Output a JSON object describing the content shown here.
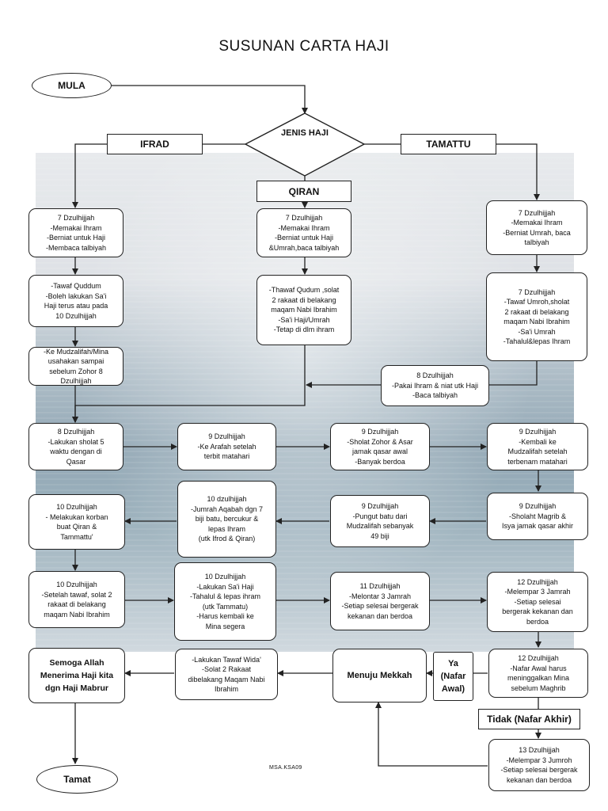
{
  "title": "SUSUNAN CARTA HAJI",
  "start": "MULA",
  "end": "Tamat",
  "decision": "JENIS HAJI",
  "types": {
    "ifrad": "IFRAD",
    "qiran": "QIRAN",
    "tamattu": "TAMATTU"
  },
  "ifrad": {
    "b1": [
      "7 Dzulhijjah",
      "-Memakai Ihram",
      "-Berniat untuk Haji",
      "-Membaca talbiyah"
    ],
    "b2": [
      "-Tawaf Quddum",
      "-Boleh lakukan Sa'i",
      "Haji terus atau pada",
      "10 Dzulhijjah"
    ],
    "b3": [
      "-Ke Mudzalifah/Mina",
      "usahakan sampai",
      "sebelum Zohor 8",
      "Dzulhijjah"
    ]
  },
  "qiran": {
    "b1": [
      "7 Dzulhijjah",
      "-Memakai Ihram",
      "-Berniat untuk Haji",
      "&Umrah,baca talbiyah"
    ],
    "b2": [
      "-Thawaf Qudum ,solat",
      "2 rakaat di belakang",
      "maqam Nabi Ibrahim",
      "-Sa'i Haji/Umrah",
      "-Tetap di dlm ihram"
    ]
  },
  "tamattu": {
    "b1": [
      "7 Dzulhijjah",
      "-Memakai Ihram",
      "-Berniat Umrah, baca",
      "talbiyah"
    ],
    "b2": [
      "7 Dzulhijjah",
      "-Tawaf Umroh,sholat",
      "2 rakaat di belakang",
      "maqam Nabi Ibrahim",
      "-Sa'i Umrah",
      "-Tahalul&lepas Ihram"
    ],
    "b3": [
      "8 Dzulhijjah",
      "-Pakai Ihram & niat utk Haji",
      "-Baca talbiyah"
    ]
  },
  "row1": {
    "a": [
      "8 Dzulhijjah",
      "-Lakukan sholat 5",
      "waktu dengan di",
      "Qasar"
    ],
    "b": [
      "9 Dzulhijjah",
      "-Ke Arafah setelah",
      "terbit matahari"
    ],
    "c": [
      "9 Dzulhijjah",
      "-Sholat Zohor & Asar",
      "jamak qasar awal",
      "-Banyak berdoa"
    ],
    "d": [
      "9 Dzulhijjah",
      "-Kembali ke",
      "Mudzalifah setelah",
      "terbenam matahari"
    ]
  },
  "row2": {
    "a": [
      "10 Dzulhijjah",
      "- Melakukan korban",
      "buat Qiran &",
      "Tammattu'"
    ],
    "b": [
      "10 dzulhijjah",
      "-Jumrah Aqabah dgn 7",
      "biji batu, bercukur &",
      "lepas Ihram",
      "(utk Ifrod & Qiran)"
    ],
    "c": [
      "9 Dzulhijjah",
      "-Pungut batu dari",
      "Mudzalifah sebanyak",
      "49 biji"
    ],
    "d": [
      "9 Dzulhijjah",
      "-Sholaht Magrib &",
      "Isya jamak qasar akhir"
    ]
  },
  "row3": {
    "a": [
      "10 Dzulhijjah",
      "-Setelah tawaf, solat 2",
      "rakaat di belakang",
      "maqam Nabi Ibrahim"
    ],
    "b": [
      "10 Dzulhijjah",
      "-Lakukan Sa'i Haji",
      "-Tahalul & lepas ihram",
      "(utk Tammatu)",
      "-Harus kembali ke",
      "Mina segera"
    ],
    "c": [
      "11 Dzulhijjah",
      "-Melontar 3 Jamrah",
      "-Setiap selesai bergerak",
      "kekanan dan berdoa"
    ],
    "d": [
      "12 Dzulhijjah",
      "-Melempar 3 Jamrah",
      "-Setiap selesai",
      "bergerak kekanan dan",
      "berdoa"
    ]
  },
  "row4": {
    "a": [
      "Semoga Allah",
      "Menerima Haji kita",
      "dgn Haji Mabrur"
    ],
    "b": [
      "-Lakukan Tawaf Wida'",
      "-Solat 2 Rakaat",
      "dibelakang Maqam Nabi",
      "Ibrahim"
    ],
    "c": [
      "Menuju Mekkah"
    ],
    "ya": [
      "Ya",
      "(Nafar",
      "Awal)"
    ],
    "d": [
      "12 Dzulhijjah",
      "-Nafar Awal harus",
      "meninggalkan Mina",
      "sebelum Maghrib"
    ]
  },
  "tidak": "Tidak (Nafar Akhir)",
  "last": [
    "13 Dzulhijjah",
    "-Melempar 3 Jumroh",
    "-Setiap selesai bergerak",
    "kekanan dan berdoa"
  ],
  "footer": "MSA.KSA09"
}
